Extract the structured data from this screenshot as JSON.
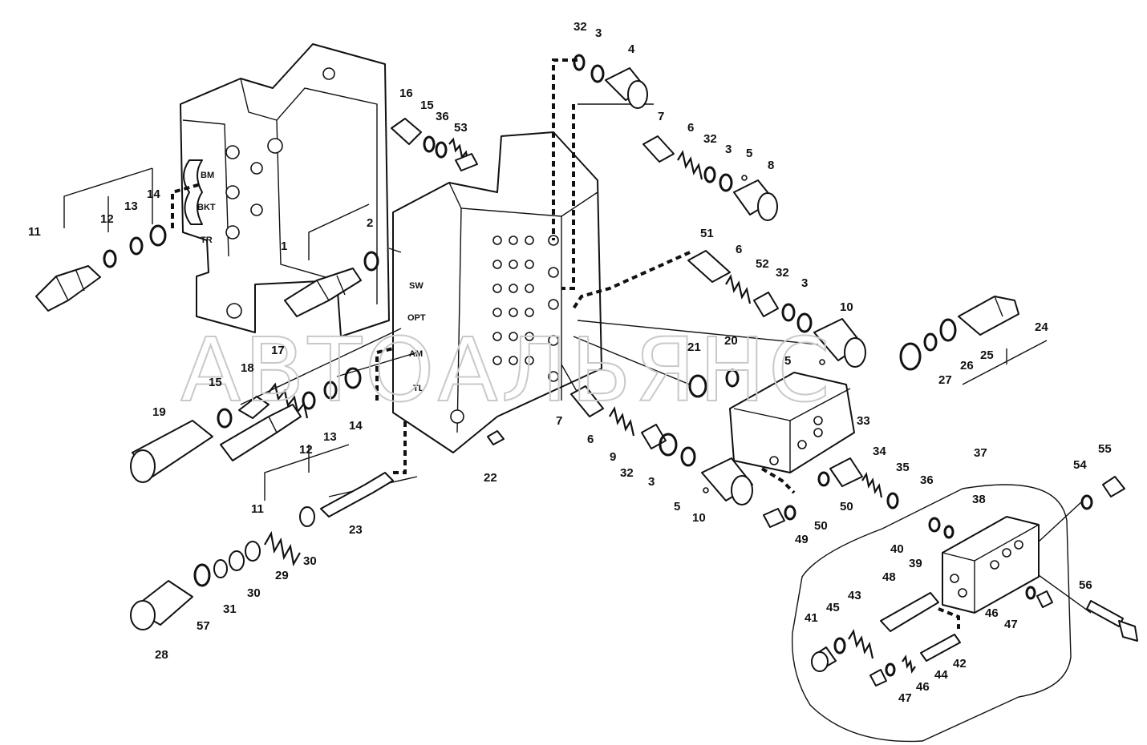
{
  "watermark": "АВТОАЛЬЯНС",
  "block_marks": [
    "BM",
    "BKT",
    "TR",
    "SW",
    "OPT",
    "AM",
    "TL"
  ],
  "callouts": {
    "c1": "1",
    "c2": "2",
    "c3a": "3",
    "c3b": "3",
    "c3c": "3",
    "c3d": "3",
    "c4": "4",
    "c5a": "5",
    "c5b": "5",
    "c5c": "5",
    "c6a": "6",
    "c6b": "6",
    "c6c": "6",
    "c7a": "7",
    "c7b": "7",
    "c8": "8",
    "c9": "9",
    "c10a": "10",
    "c10b": "10",
    "c11a": "11",
    "c11b": "11",
    "c12a": "12",
    "c12b": "12",
    "c13a": "13",
    "c13b": "13",
    "c14a": "14",
    "c14b": "14",
    "c15a": "15",
    "c15b": "15",
    "c16": "16",
    "c17": "17",
    "c18": "18",
    "c19": "19",
    "c20": "20",
    "c21": "21",
    "c22": "22",
    "c23": "23",
    "c24": "24",
    "c25": "25",
    "c26": "26",
    "c27": "27",
    "c28": "28",
    "c29": "29",
    "c30a": "30",
    "c30b": "30",
    "c31": "31",
    "c32a": "32",
    "c32b": "32",
    "c32c": "32",
    "c32d": "32",
    "c33": "33",
    "c34": "34",
    "c35": "35",
    "c36a": "36",
    "c36b": "36",
    "c37": "37",
    "c38": "38",
    "c39": "39",
    "c40": "40",
    "c41": "41",
    "c42": "42",
    "c43": "43",
    "c44": "44",
    "c45": "45",
    "c46a": "46",
    "c46b": "46",
    "c47a": "47",
    "c47b": "47",
    "c48": "48",
    "c49": "49",
    "c50a": "50",
    "c50b": "50",
    "c51": "51",
    "c52": "52",
    "c53": "53",
    "c54": "54",
    "c55": "55",
    "c56": "56",
    "c57": "57"
  }
}
